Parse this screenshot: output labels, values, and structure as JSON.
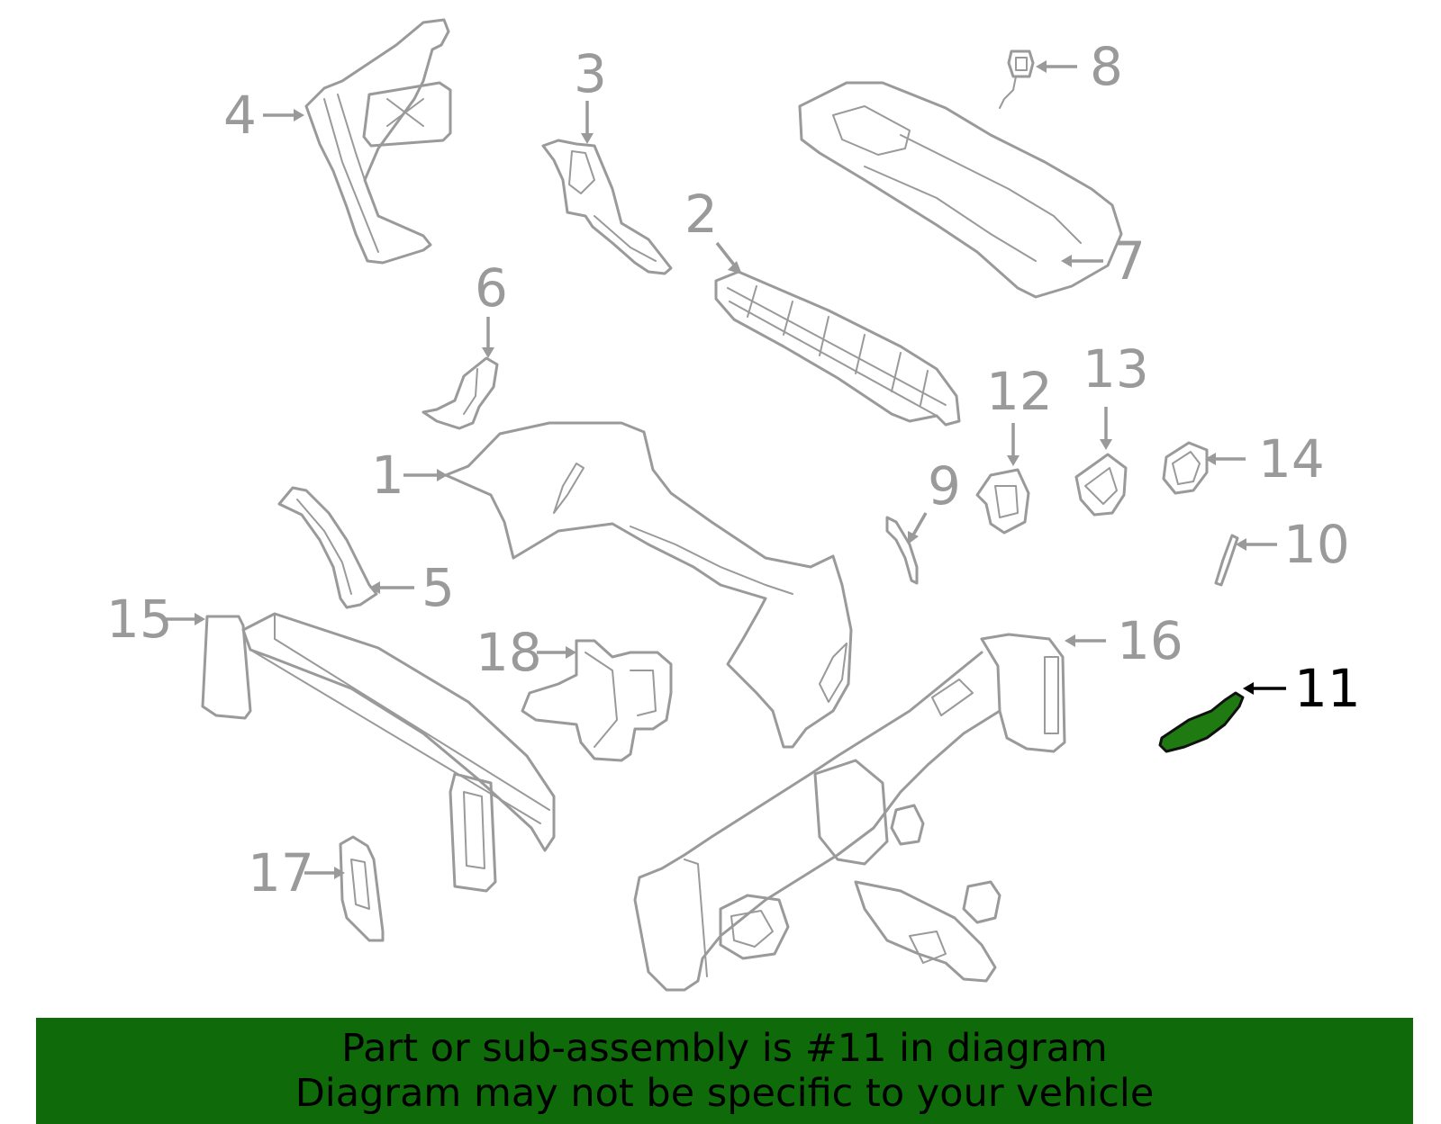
{
  "callouts": [
    {
      "id": "1",
      "label": "1"
    },
    {
      "id": "2",
      "label": "2"
    },
    {
      "id": "3",
      "label": "3"
    },
    {
      "id": "4",
      "label": "4"
    },
    {
      "id": "5",
      "label": "5"
    },
    {
      "id": "6",
      "label": "6"
    },
    {
      "id": "7",
      "label": "7"
    },
    {
      "id": "8",
      "label": "8"
    },
    {
      "id": "9",
      "label": "9"
    },
    {
      "id": "10",
      "label": "10"
    },
    {
      "id": "11",
      "label": "11",
      "highlighted": true
    },
    {
      "id": "12",
      "label": "12"
    },
    {
      "id": "13",
      "label": "13"
    },
    {
      "id": "14",
      "label": "14"
    },
    {
      "id": "15",
      "label": "15"
    },
    {
      "id": "16",
      "label": "16"
    },
    {
      "id": "17",
      "label": "17"
    },
    {
      "id": "18",
      "label": "18"
    }
  ],
  "banner": {
    "line1": "Part or sub-assembly is #11 in diagram",
    "line2": "Diagram may not be specific to your vehicle"
  },
  "colors": {
    "part_stroke": "#9a9a9a",
    "highlight_fill": "#1f7a12",
    "banner_bg": "#0f6a0a",
    "text": "#000000"
  }
}
